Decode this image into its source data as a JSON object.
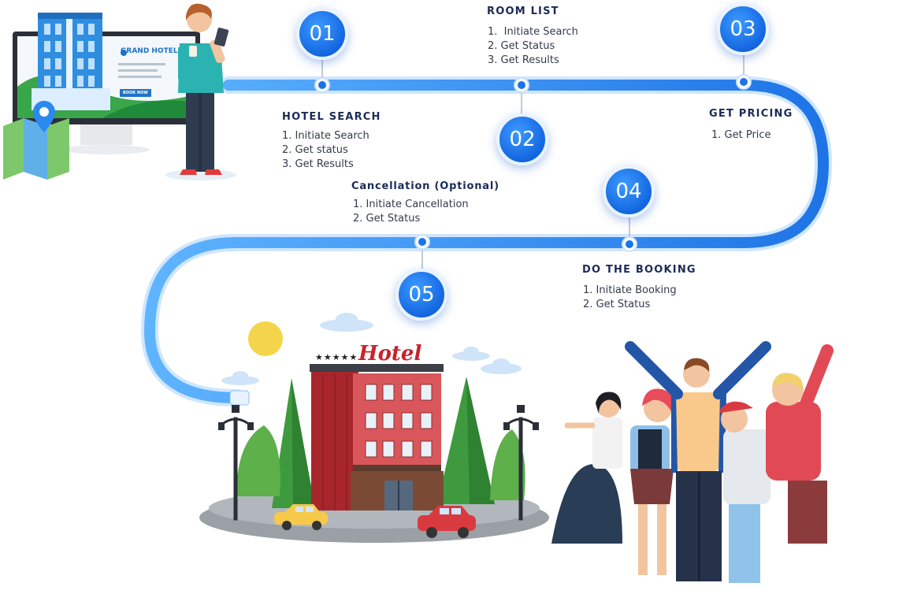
{
  "steps": [
    {
      "number": "01",
      "title": "HOTEL SEARCH",
      "items": [
        "1. Initiate Search",
        "2. Get status",
        "3. Get Results"
      ]
    },
    {
      "number": "02",
      "title": "ROOM LIST",
      "items": [
        "1.  Initiate Search",
        "2. Get Status",
        "3. Get Results"
      ]
    },
    {
      "number": "03",
      "title": "GET PRICING",
      "items": [
        "1. Get Price"
      ]
    },
    {
      "number": "04",
      "title": "DO THE BOOKING",
      "items": [
        "1. Initiate Booking",
        "2. Get Status"
      ]
    },
    {
      "number": "05",
      "title": "Cancellation (Optional)",
      "items": [
        "1. Initiate Cancellation",
        "2. Get Status"
      ]
    }
  ],
  "illustration": {
    "monitor_title": "GRAND HOTEL",
    "monitor_button": "BOOK NOW",
    "hotel_sign": "Hotel",
    "hotel_stars": "★★★★★"
  },
  "colors": {
    "path": "#2b88ee",
    "badge": "#1a73e8",
    "title_text": "#1b2a57",
    "sign": "#c8232c"
  }
}
